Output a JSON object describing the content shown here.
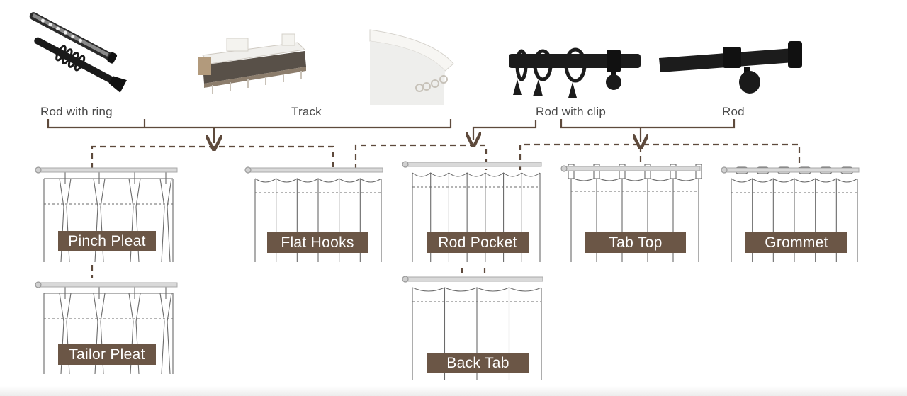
{
  "hardware": {
    "rod_with_ring": "Rod with ring",
    "track": "Track",
    "rod_with_clip": "Rod with clip",
    "rod": "Rod"
  },
  "headings": {
    "pinch_pleat": "Pinch Pleat",
    "tailor_pleat": "Tailor Pleat",
    "flat_hooks": "Flat Hooks",
    "rod_pocket": "Rod Pocket",
    "back_tab": "Back Tab",
    "tab_top": "Tab Top",
    "grommet": "Grommet"
  },
  "colors": {
    "badge": "#6b5646",
    "connector": "#5e4a3c",
    "rod_black": "#1c1c1c",
    "track_white": "#f4f4f2"
  }
}
